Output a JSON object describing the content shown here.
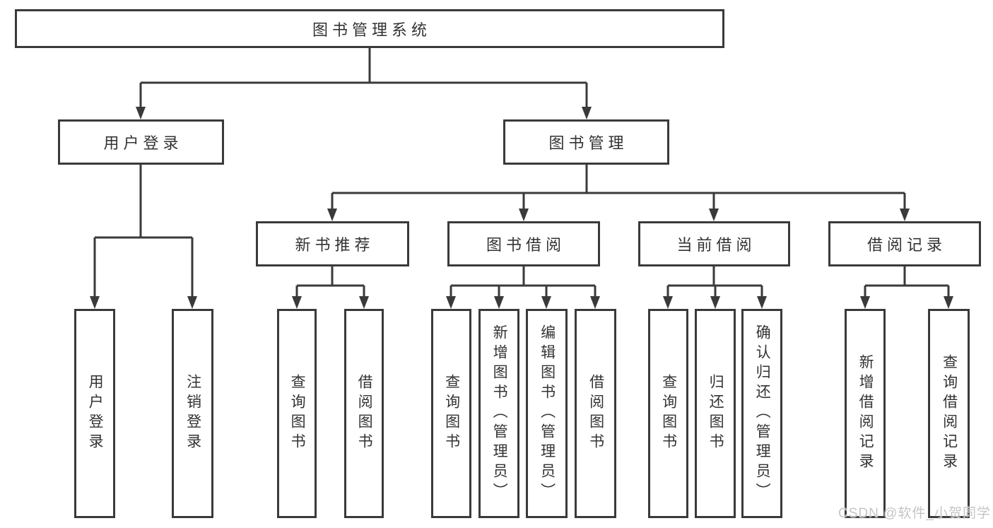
{
  "diagram": {
    "root": "图书管理系统",
    "level2": [
      "用户登录",
      "图书管理"
    ],
    "level3": [
      "新书推荐",
      "图书借阅",
      "当前借阅",
      "借阅记录"
    ],
    "leaves": [
      "用户登录",
      "注销登录",
      "查询图书",
      "借阅图书",
      "查询图书",
      "新增图书（管理员）",
      "编辑图书（管理员）",
      "借阅图书",
      "查询图书",
      "归还图书",
      "确认归还（管理员）",
      "新增借阅记录",
      "查询借阅记录"
    ],
    "colors": {
      "line": "#3a3a3a",
      "text": "#333333",
      "background": "#ffffff",
      "watermark": "#c5c5c5"
    }
  },
  "watermark": "CSDN @软件_小贺同学"
}
